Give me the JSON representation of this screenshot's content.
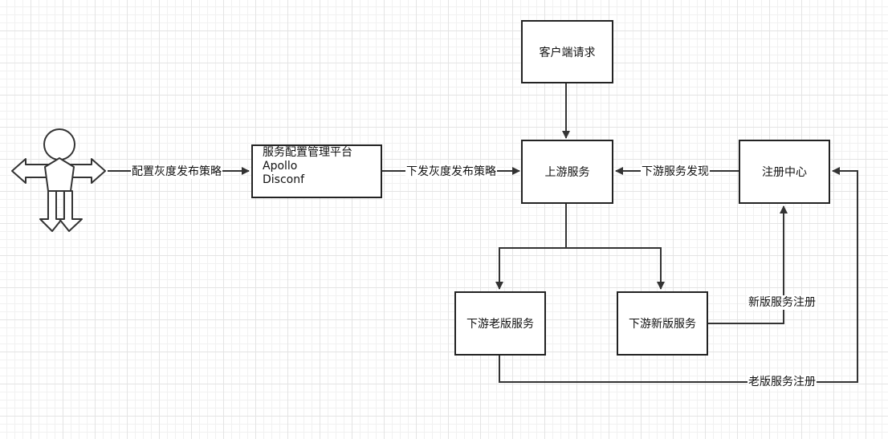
{
  "nodes": {
    "client_request": "客户端请求",
    "config_platform": {
      "title": "服务配置管理平台",
      "line2": "Apollo",
      "line3": "Disconf"
    },
    "upstream": "上游服务",
    "registry": "注册中心",
    "downstream_old": "下游老版服务",
    "downstream_new": "下游新版服务"
  },
  "edges": {
    "configure": "配置灰度发布策略",
    "distribute": "下发灰度发布策略",
    "discovery": "下游服务发现",
    "new_register": "新版服务注册",
    "old_register": "老版服务注册"
  },
  "actor": {
    "icon": "person-icon"
  },
  "colors": {
    "line": "#333333",
    "border": "#222222",
    "grid": "#e4e4e4"
  }
}
